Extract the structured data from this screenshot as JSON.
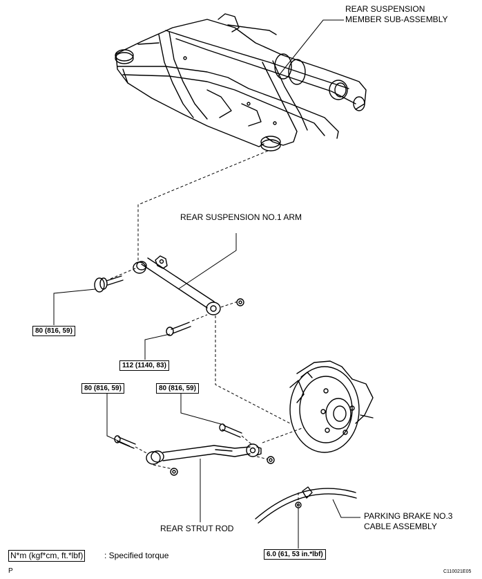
{
  "labels": {
    "rear_suspension_member": "REAR SUSPENSION\nMEMBER SUB-ASSEMBLY",
    "rear_suspension_no1_arm": "REAR SUSPENSION NO.1 ARM",
    "rear_strut_rod": "REAR STRUT ROD",
    "parking_brake_cable": "PARKING BRAKE NO.3\nCABLE ASSEMBLY"
  },
  "torques": {
    "arm_inner_bolt": "80 (816, 59)",
    "arm_outer_bolt": "112 (1140, 83)",
    "strut_inner_bolt": "80 (816, 59)",
    "strut_outer_bolt": "80 (816, 59)",
    "cable_bolt": "6.0 (61, 53 in.*lbf)"
  },
  "legend": {
    "unit_box": "N*m (kgf*cm, ft.*lbf)",
    "description": ": Specified torque"
  },
  "footer": {
    "left_mark": "P",
    "figure_code": "C110021E05"
  }
}
